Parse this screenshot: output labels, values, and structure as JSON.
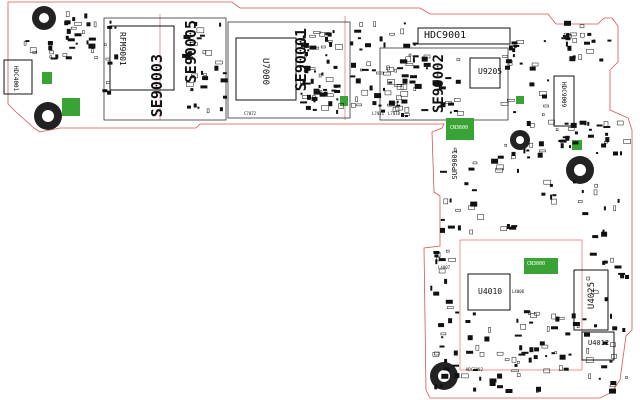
{
  "board": {
    "outline_color": "#d9534f",
    "pad_color": "#111111",
    "green_color": "#3aa335",
    "screw_color": "#222222"
  },
  "labels": {
    "hdc9001": "HDC9001",
    "u9005": "SE90005",
    "u9003": "SE90003",
    "rfm9001": "RFM9001",
    "u7000": "U7000",
    "u7001": "SE90001",
    "u9002": "SE90002",
    "u9205": "U9205",
    "cn3600": "CN3600",
    "u4010": "U4010",
    "u4025": "U4025",
    "u4012": "U4012",
    "hdc4001": "HDC4001",
    "hdc9009": "HDC9009",
    "sup9001": "SUP9001",
    "l7010": "L7010",
    "l7011": "L7011",
    "c7072": "C7072",
    "l4007": "L4007",
    "cn3000": "CN3000",
    "l4000": "L4000",
    "hdc7002": "HDC7002"
  }
}
